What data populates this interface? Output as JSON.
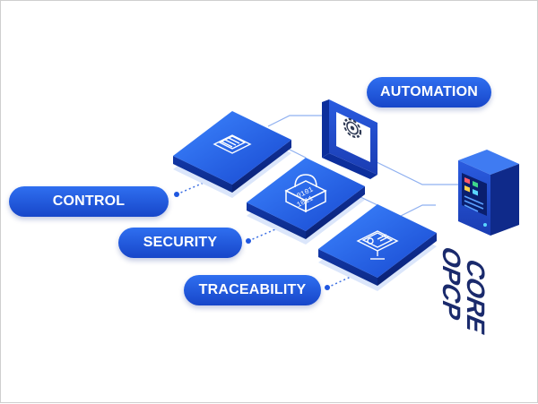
{
  "labels": {
    "automation": "AUTOMATION",
    "control": "CONTROL",
    "security": "SECURITY",
    "traceability": "TRACEABILITY"
  },
  "core_label": {
    "line1": "OPCP",
    "line2": "CORE"
  },
  "lock_binary": {
    "line1": "0101",
    "line2": "1011"
  },
  "colors": {
    "accent": "#1f57e0",
    "accent_dark": "#0d2f9c",
    "connector": "#8fb0f0",
    "shadow_tile": "#dbe6fb",
    "server_body": "#1b3db8",
    "server_led_red": "#ff5a6a",
    "server_led_green": "#3fd68a",
    "server_led_yellow": "#ffd24a",
    "server_led_cyan": "#5ad6ff"
  },
  "icons": [
    "document-icon",
    "lock-icon",
    "monitor-chart-icon",
    "gear-icon",
    "server-icon"
  ]
}
